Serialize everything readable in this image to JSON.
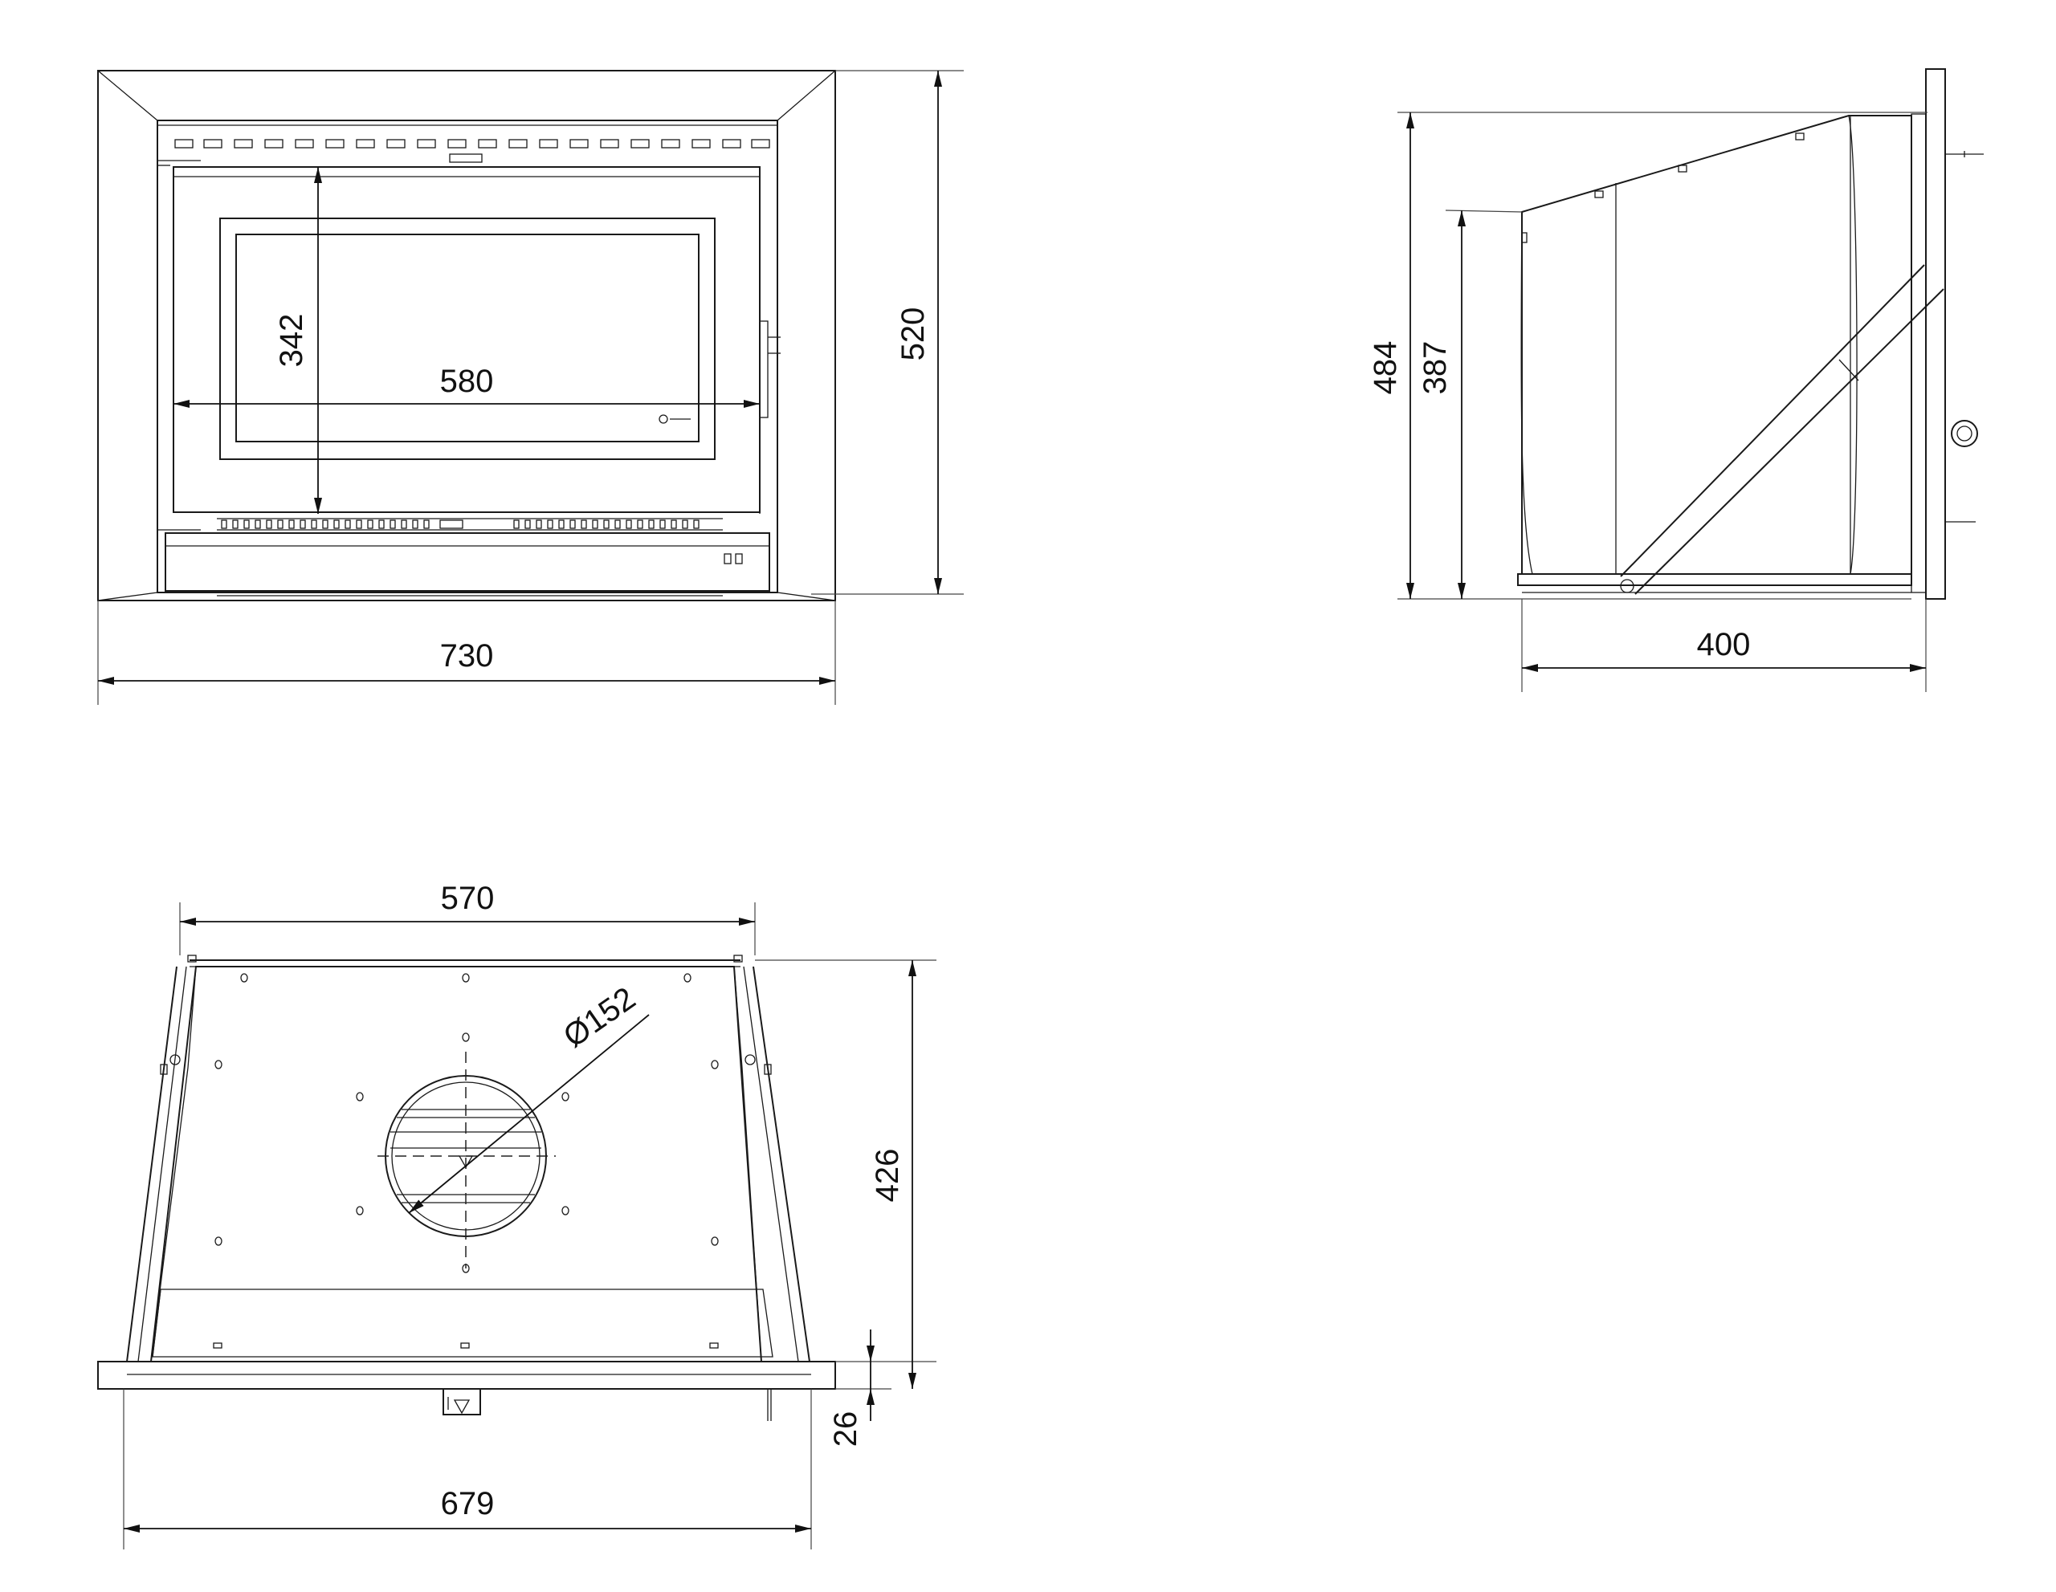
{
  "front_view": {
    "width": "730",
    "height": "520",
    "glass_width": "580",
    "glass_height": "342"
  },
  "side_view": {
    "depth": "400",
    "overall_height": "484",
    "body_height": "387"
  },
  "top_view": {
    "body_width": "570",
    "frame_width": "679",
    "body_depth": "426",
    "frame_thickness": "26",
    "flue_diameter": "Ø152"
  }
}
